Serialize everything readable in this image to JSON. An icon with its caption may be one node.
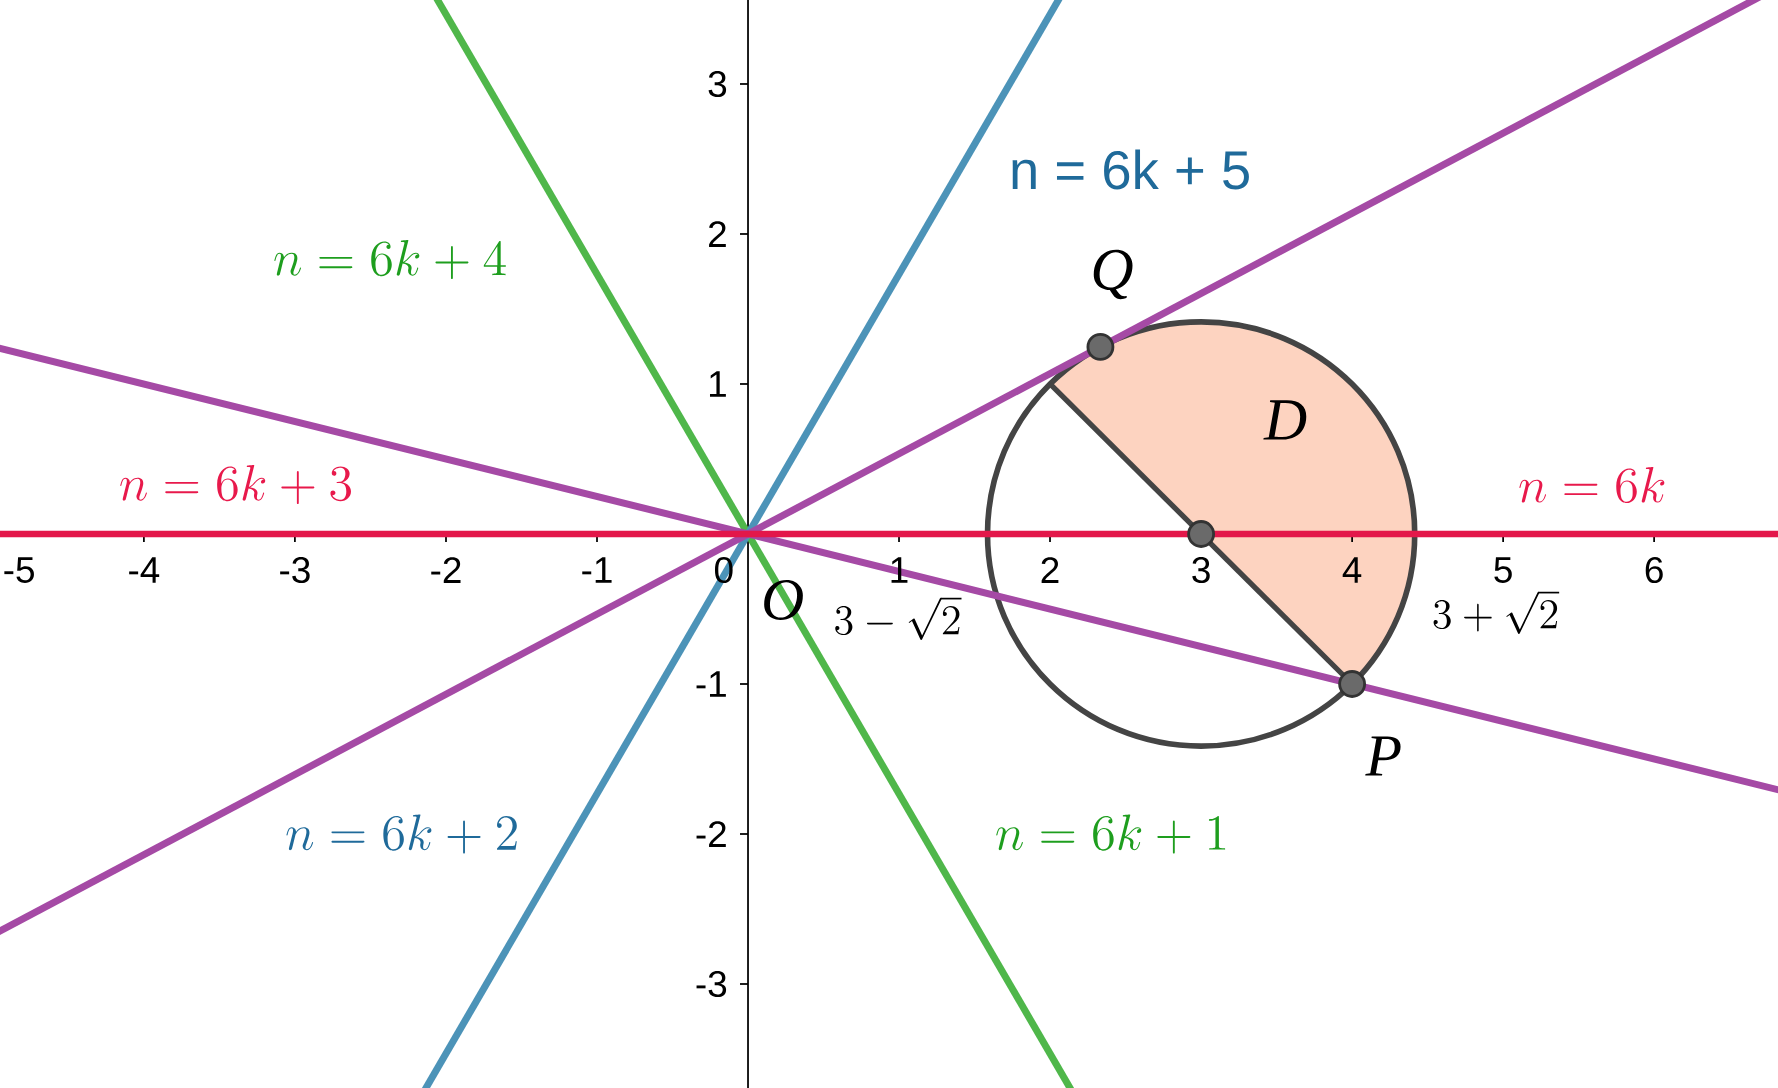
{
  "diagram": {
    "nodes": [
      {
        "text": [],
        "shape": "circle",
        "beside": [
          "Q"
        ]
      },
      {
        "text": [],
        "shape": "circle"
      },
      {
        "text": [],
        "shape": "circle",
        "beside": [
          "P"
        ]
      }
    ],
    "labels": [
      "3",
      "n = 6k + 5",
      "2",
      "n = 6k + 4",
      "D",
      "1",
      "n = 6k + 3",
      "n = 6k",
      "-5",
      "-4",
      "-3",
      "-2",
      "-1",
      "0",
      "1",
      "2",
      "3",
      "4",
      "5",
      "6",
      "O",
      "3-\\sqrt{2}",
      "3+\\sqrt{2}",
      "-1",
      "n = 6k + 2",
      "-2",
      "n = 6k + 1",
      "-3"
    ]
  }
}
